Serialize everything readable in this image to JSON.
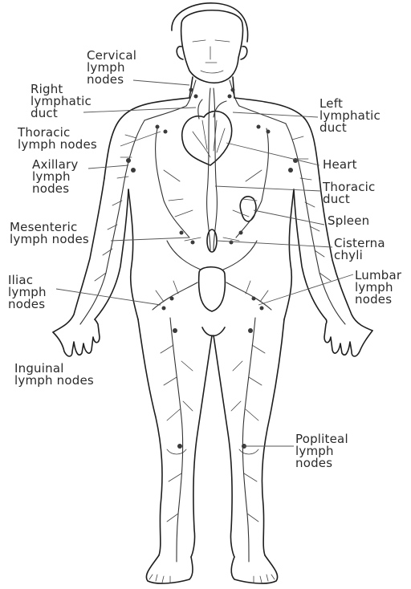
{
  "labels": {
    "cervical": [
      "Cervical",
      "lymph",
      "nodes"
    ],
    "right_lymphatic": [
      "Right",
      "lymphatic",
      "duct"
    ],
    "thoracic_nodes": [
      "Thoracic",
      "lymph nodes"
    ],
    "axillary": [
      "Axillary",
      "lymph",
      "nodes"
    ],
    "mesenteric": [
      "Mesenteric",
      "lymph nodes"
    ],
    "iliac": [
      "Iliac",
      "lymph",
      "nodes"
    ],
    "inguinal": [
      "Inguinal",
      "lymph nodes"
    ],
    "left_lymphatic": [
      "Left",
      "lymphatic",
      "duct"
    ],
    "heart": [
      "Heart"
    ],
    "thoracic_duct": [
      "Thoracic",
      "duct"
    ],
    "spleen": [
      "Spleen"
    ],
    "cisterna": [
      "Cisterna",
      "chyli"
    ],
    "lumbar": [
      "Lumbar",
      "lymph",
      "nodes"
    ],
    "popliteal": [
      "Popliteal",
      "lymph",
      "nodes"
    ]
  }
}
